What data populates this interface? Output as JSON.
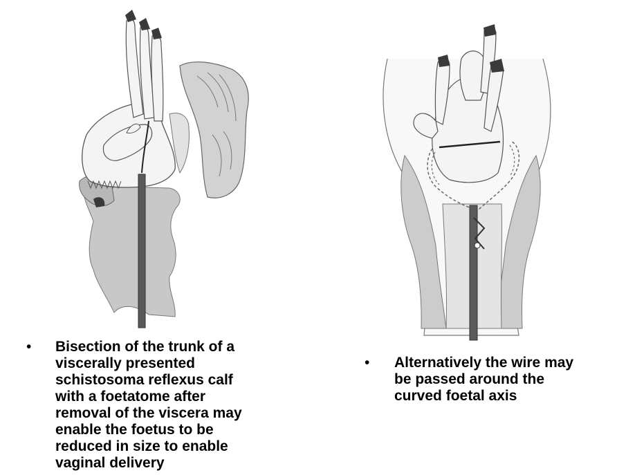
{
  "captions": {
    "left": {
      "bullet": "•",
      "lines": [
        "Bisection of the trunk of a",
        "viscerally presented",
        "schistosoma reflexus calf",
        "with a foetatome after",
        "removal of the viscera may",
        "enable the foetus to be",
        "reduced in size to enable",
        "vaginal delivery"
      ]
    },
    "right": {
      "bullet": "•",
      "lines": [
        "Alternatively the wire may",
        "be passed around the",
        "curved foetal axis"
      ]
    }
  },
  "colors": {
    "tissue_gray": "#c8c8c8",
    "light_gray": "#e2e2e2",
    "outline": "#555555",
    "instrument": "#444444",
    "hoof": "#3a3a3a"
  }
}
